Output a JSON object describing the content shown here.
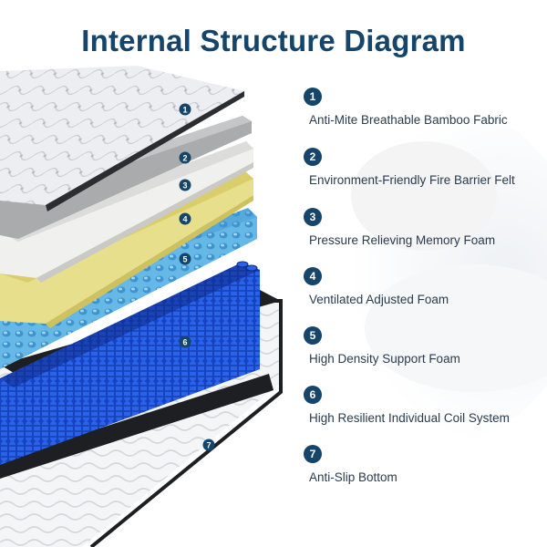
{
  "title": "Internal Structure Diagram",
  "layers": [
    {
      "number": "1",
      "label": "Anti-Mite Breathable Bamboo Fabric"
    },
    {
      "number": "2",
      "label": "Environment-Friendly Fire Barrier Felt"
    },
    {
      "number": "3",
      "label": "Pressure Relieving Memory Foam"
    },
    {
      "number": "4",
      "label": "Ventilated Adjusted Foam"
    },
    {
      "number": "5",
      "label": "High Density Support Foam"
    },
    {
      "number": "6",
      "label": "High Resilient Individual Coil System"
    },
    {
      "number": "7",
      "label": "Anti-Slip Bottom"
    }
  ],
  "colors": {
    "title": "#15456b",
    "marker": "#15456b",
    "fabric": "#e9ebee",
    "felt": "#a9abad",
    "memory_foam": "#f0f0ee",
    "adjusted_foam": "#e8df8c",
    "support_foam": "#5fb3e3",
    "coils": "#1c4fd6",
    "bottom": "#f2f3f5"
  }
}
